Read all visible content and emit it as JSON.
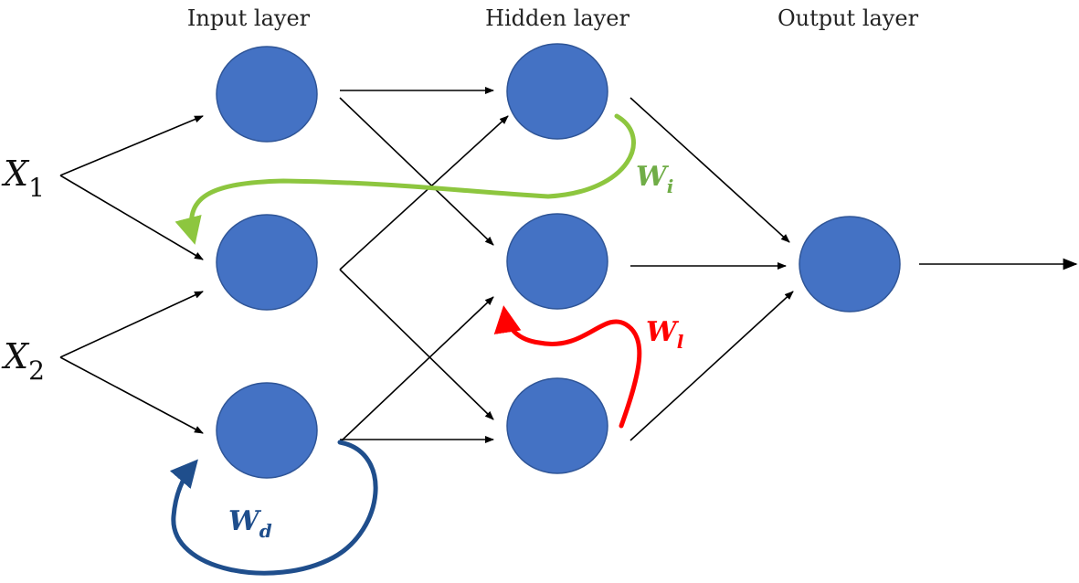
{
  "layers": {
    "input": "Input layer",
    "hidden": "Hidden layer",
    "output": "Output layer"
  },
  "inputs": [
    {
      "var": "X",
      "sub": "1"
    },
    {
      "var": "X",
      "sub": "2"
    }
  ],
  "weights": {
    "wi": {
      "var": "W",
      "sub": "i"
    },
    "wl": {
      "var": "W",
      "sub": "l"
    },
    "wd": {
      "var": "W",
      "sub": "d"
    }
  },
  "colors": {
    "node": "#4472c4",
    "edge": "#000000",
    "wi": "#8dc63f",
    "wl": "#ff0000",
    "wd": "#1f4e8c"
  }
}
